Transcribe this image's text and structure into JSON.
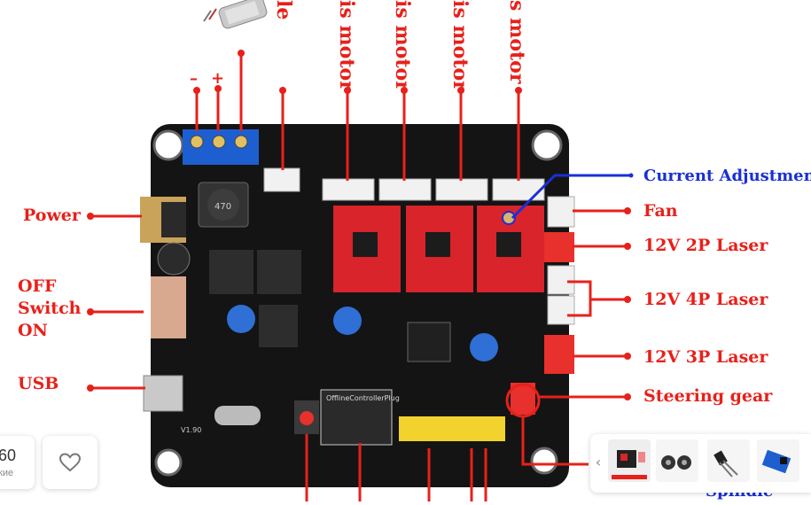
{
  "labels": {
    "left": {
      "power": "Power",
      "off": "OFF",
      "switch": "Switch",
      "on": "ON",
      "usb": "USB"
    },
    "right": {
      "current_adjustment": "Current Adjustment",
      "fan": "Fan",
      "laser_2p": "12V 2P Laser",
      "laser_4p": "12V 4P Laser",
      "laser_3p": "12V 3P Laser",
      "steering_gear": "Steering gear",
      "spindle": "Spindle"
    },
    "top": {
      "minus": "–",
      "plus": "+",
      "spindle_partial": "le",
      "motor_x": "is motor",
      "motor_y": "is motor",
      "motor_z": "is motor",
      "motor_a": "s motor"
    },
    "board": {
      "offline_header": "OfflineControllerPlug",
      "version": "V1.90"
    }
  },
  "shop_overlay": {
    "price_fragment": "60",
    "price_sub": "кие",
    "gallery_arrow": "‹"
  },
  "colors": {
    "label_red": "#e8201a",
    "label_blue": "#1a2fd6",
    "board_black": "#141414",
    "driver_red": "#d8242a"
  }
}
